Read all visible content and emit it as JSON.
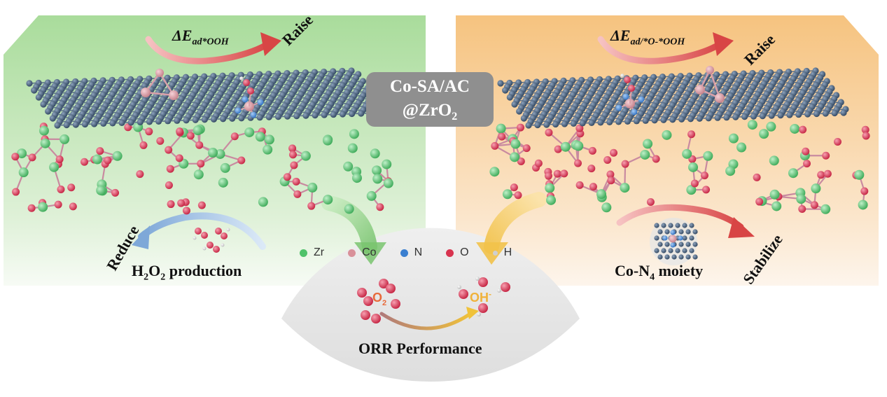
{
  "center_label": {
    "line1": "Co-SA/AC",
    "line2_prefix": "@ZrO",
    "line2_sub": "2"
  },
  "left_panel": {
    "energy_label": {
      "delta": "ΔE",
      "sub": "ad*OOH"
    },
    "raise_label": "Raise",
    "reduce_label": "Reduce",
    "product_label": {
      "p1": "H",
      "s1": "2",
      "p2": "O",
      "s2": "2",
      "p3": " production"
    }
  },
  "right_panel": {
    "energy_label": {
      "delta": "ΔE",
      "sub": "ad/*O-*OOH"
    },
    "raise_label": "Raise",
    "stabilize_label": "Stabilize",
    "moiety_label": {
      "p1": "Co-N",
      "s1": "4",
      "p2": " moiety"
    }
  },
  "legend": [
    {
      "label": "Zr",
      "color": "#4fc26a"
    },
    {
      "label": "Co",
      "color": "#d9909a"
    },
    {
      "label": "N",
      "color": "#3a7fd0"
    },
    {
      "label": "O",
      "color": "#d8344f"
    },
    {
      "label": "H",
      "color": "#cfcfcf"
    }
  ],
  "bottom": {
    "title": "ORR Performance",
    "o2": {
      "main": "O",
      "sub": "2"
    },
    "oh": {
      "main": "OH",
      "sup": "-"
    }
  },
  "colors": {
    "left_bg": "#a8dc9a",
    "right_bg": "#f7c98a",
    "arc_gray": "#e4e4e4",
    "badge": "#8f8f8f",
    "graphene": "#3d5570",
    "zr": "#4fc26a",
    "o": "#d8344f",
    "co": "#d9909a",
    "arrow_red": "#e06a6a",
    "arrow_blue": "#8fb6e0"
  }
}
